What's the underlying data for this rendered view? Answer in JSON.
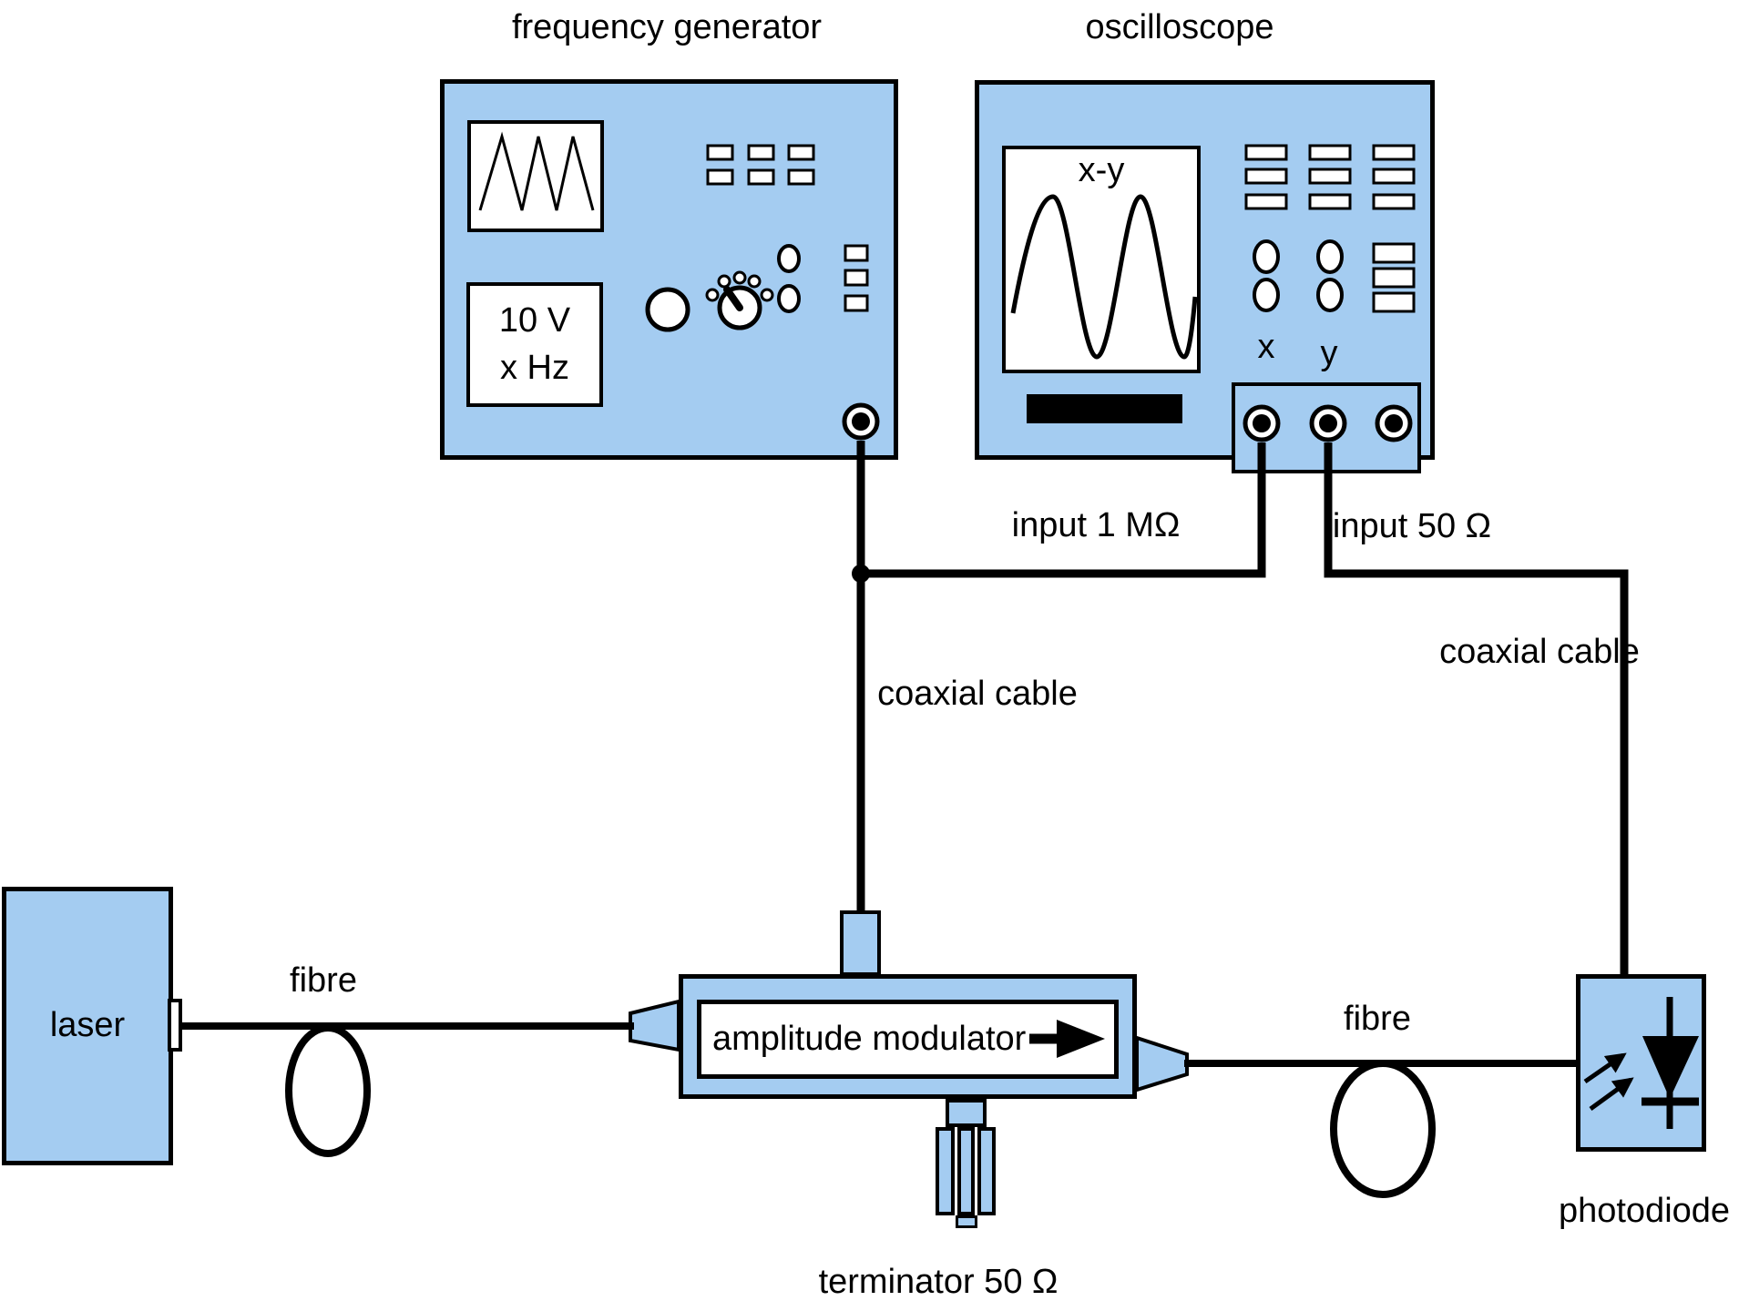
{
  "labels": {
    "freq_gen_title": "frequency generator",
    "osc_title": "oscilloscope",
    "screen_mode": "x-y",
    "volt_line1": "10 V",
    "volt_line2": "x Hz",
    "axis_x": "x",
    "axis_y": "y",
    "input_1m": "input 1 MΩ",
    "input_50": "input 50 Ω",
    "coax_left": "coaxial cable",
    "coax_right": "coaxial cable",
    "laser": "laser",
    "fibre_left": "fibre",
    "fibre_right": "fibre",
    "amp_mod": "amplitude modulator",
    "terminator": "terminator 50 Ω",
    "photodiode": "photodiode"
  },
  "colors": {
    "device_fill": "#A4CCF1",
    "outline": "#000000",
    "screen_fill": "#FFFFFF",
    "cable": "#000000"
  },
  "icons": {
    "triangle_wave": "triangle-wave-icon",
    "sine_wave": "sine-wave-icon",
    "knob": "knob-icon",
    "bnc_connector": "bnc-connector-icon",
    "arrow_right": "arrow-right-icon",
    "photodiode_symbol": "photodiode-symbol-icon"
  }
}
